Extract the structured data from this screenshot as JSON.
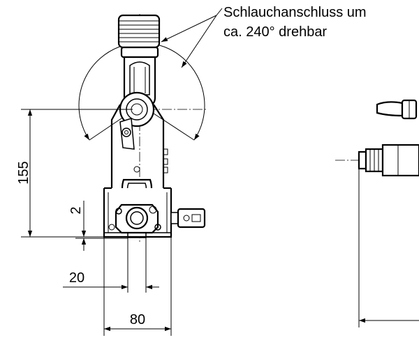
{
  "callout": {
    "line1": "Schlauchanschluss um",
    "line2": "ca. 240° drehbar"
  },
  "dimensions": {
    "height": "155",
    "offset": "2",
    "inner_width": "20",
    "outer_width": "80"
  }
}
